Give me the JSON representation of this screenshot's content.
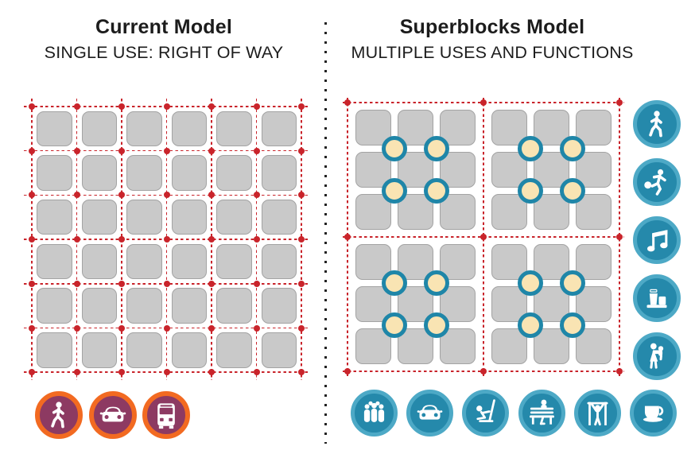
{
  "left": {
    "title": "Current Model",
    "subtitle": "SINGLE USE: RIGHT OF WAY",
    "grid": {
      "rows": 6,
      "cols": 6
    },
    "modes": [
      "pedestrian",
      "car",
      "bus"
    ]
  },
  "right": {
    "title": "Superblocks Model",
    "subtitle": "MULTIPLE USES AND FUNCTIONS",
    "superblocks": {
      "rows": 2,
      "cols": 2,
      "cells_per_block": 3,
      "intersection_hubs_per_block": 4
    },
    "side_functions": [
      "pedestrian",
      "soccer",
      "music",
      "waste-bins",
      "parent-child"
    ],
    "bottom_functions": [
      "people-group",
      "car",
      "swing",
      "bench",
      "pullup-bars",
      "coffee"
    ]
  },
  "colors": {
    "text": "#1c1c1c",
    "red": "#c9242b",
    "block_fill": "#c9c9c9",
    "block_border": "#a3a3a3",
    "teal_ring": "#1f86a8",
    "cream": "#f9e4b3",
    "orange": "#f26a21",
    "plum": "#8d3a62",
    "teal_outer": "#4da9c6",
    "teal_inner": "#2589ab",
    "divider": "#222222"
  }
}
